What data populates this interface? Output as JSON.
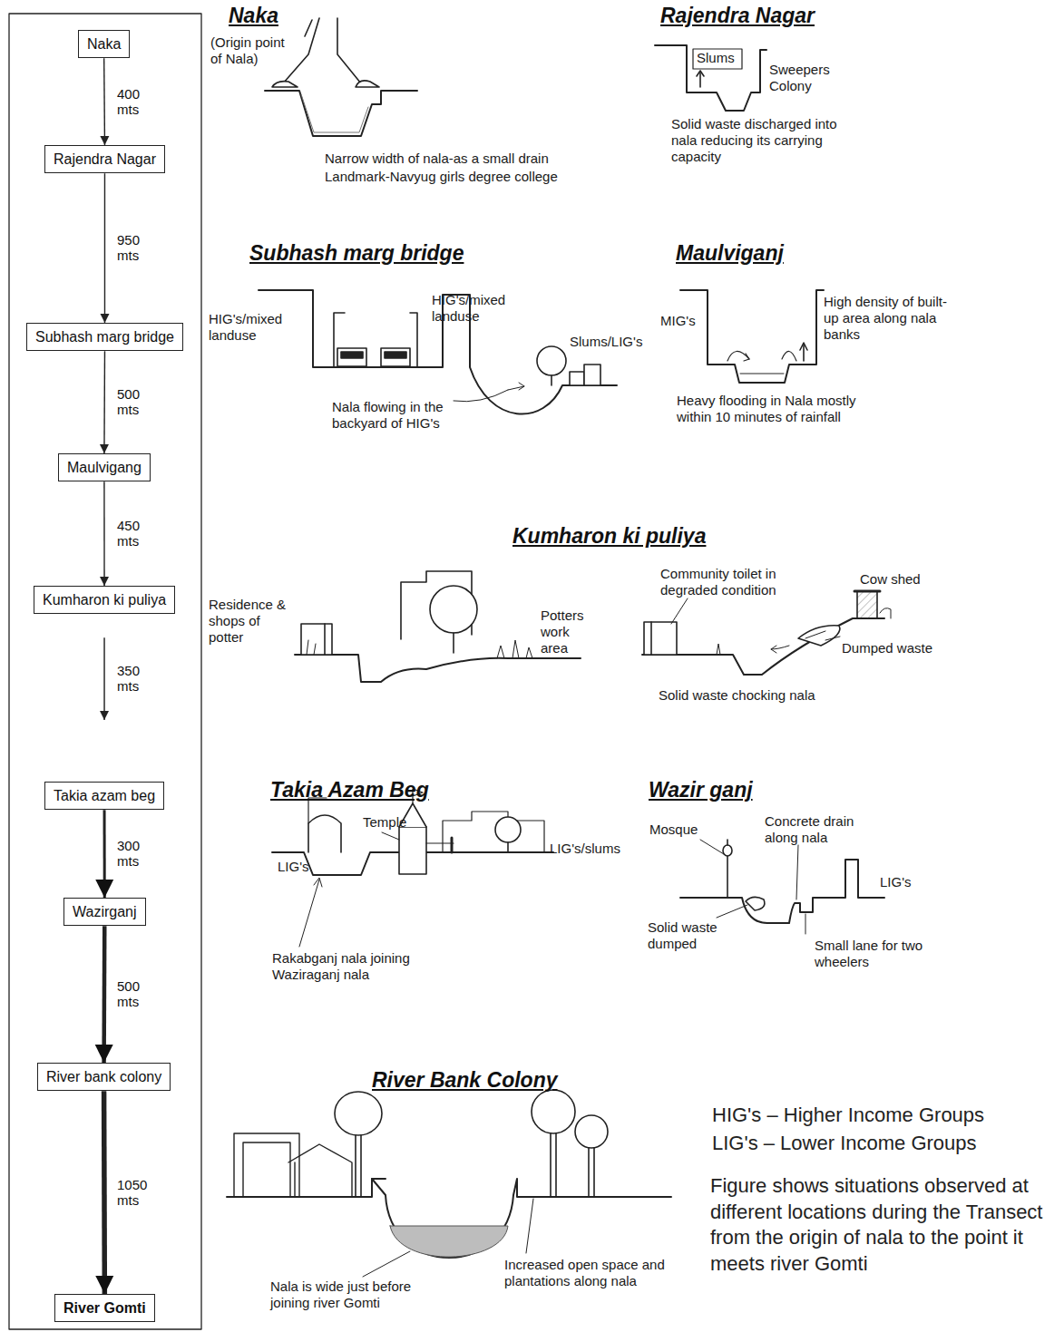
{
  "diagram": {
    "caption": "Figure shows situations observed at different locations during the Transect from the origin of nala to the point it meets river Gomti",
    "nodes": [
      {
        "text": [
          "Naka"
        ]
      },
      {
        "text": [
          "Rajendra Nagar"
        ]
      },
      {
        "text": [
          "Subhash marg bridge"
        ]
      },
      {
        "text": [
          "Maulvigang"
        ]
      },
      {
        "text": [
          "Kumharon ki puliya"
        ]
      },
      {
        "text": [
          "Takia azam beg"
        ]
      },
      {
        "text": [
          "Wazirganj"
        ]
      },
      {
        "text": [
          "River bank colony"
        ]
      },
      {
        "text": [
          "River Gomti"
        ]
      }
    ],
    "edges": [
      {
        "from": 0,
        "to": 1,
        "arrow": "to",
        "label": "400 mts"
      },
      {
        "from": 1,
        "to": 2,
        "arrow": "to",
        "label": "950 mts"
      },
      {
        "from": 2,
        "to": 3,
        "arrow": "to",
        "label": "500 mts"
      },
      {
        "from": 3,
        "to": 4,
        "arrow": "to",
        "label": "450 mts"
      },
      {
        "from": 4,
        "to": 5,
        "arrow": "to",
        "label": "350 mts"
      },
      {
        "from": 5,
        "to": 6,
        "arrow": "to",
        "label": "300 mts"
      },
      {
        "from": 6,
        "to": 7,
        "arrow": "to",
        "label": "500 mts"
      },
      {
        "from": 7,
        "to": 8,
        "arrow": "to",
        "label": "1050 mts"
      }
    ],
    "labels": [
      "Naka",
      "(Origin point of Nala)",
      "Narrow width of nala-as a small drain",
      "Landmark-Navyug girls degree college",
      "Rajendra Nagar",
      "Slums",
      "Sweepers Colony",
      "Solid waste discharged into nala reducing its carrying capacity",
      "Subhash marg bridge",
      "HIG's/mixed landuse",
      "HIG's/mixed landuse",
      "Slums/LIG's",
      "Nala flowing in the backyard of HIG's",
      "Maulviganj",
      "MIG's",
      "High density of built-up area along nala banks",
      "Heavy flooding in Nala mostly within 10 minutes of rainfall",
      "Kumharon ki puliya",
      "Residence & shops of potter",
      "Potters work area",
      "Community toilet in degraded condition",
      "Cow shed",
      "Dumped waste",
      "Solid waste chocking nala",
      "Takia Azam Beg",
      "Temple",
      "LIG's",
      "LIG's/slums",
      "Rakabganj nala joining Waziraganj nala",
      "Wazir ganj",
      "Mosque",
      "Concrete drain along nala",
      "LIG's",
      "Solid waste dumped",
      "Small lane for two wheelers",
      "River Bank Colony",
      "Nala is wide just before joining river Gomti",
      "Increased open space and plantations along nala",
      "HIG's – Higher Income Groups",
      "LIG's – Lower Income Groups"
    ]
  }
}
